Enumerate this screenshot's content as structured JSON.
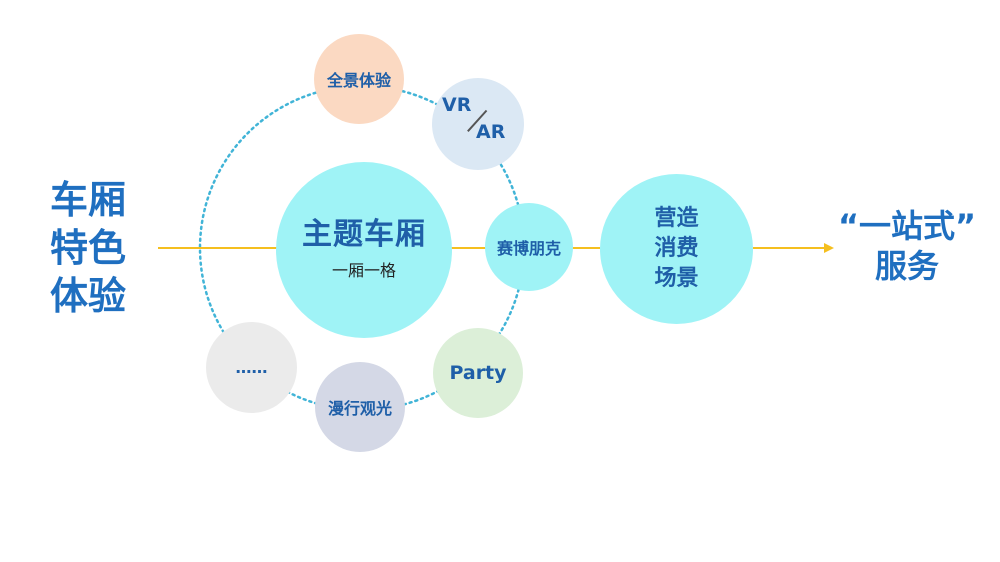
{
  "left_title": {
    "line1": "车厢",
    "line2": "特色",
    "line3": "体验"
  },
  "theme_node": {
    "title": "主题车厢",
    "subtitle": "一厢一格"
  },
  "cyber_node": {
    "label": "赛博朋克"
  },
  "yingzao_node": {
    "line1": "营造",
    "line2": "消费",
    "line3": "场景"
  },
  "right_title": {
    "line1": "“一站式”",
    "line2": "服务"
  },
  "satellites": {
    "panorama": "全景体验",
    "vr": "VR",
    "ar": "AR",
    "party": "Party",
    "tour": "漫行观光",
    "more": "……"
  },
  "colors": {
    "text_blue": "#1f6fc0",
    "node_cyan": "#9ff3f6",
    "panorama_bg": "#fbd9c2",
    "vrar_bg": "#dbe8f4",
    "party_bg": "#dcefd8",
    "tour_bg": "#d4d8e6",
    "more_bg": "#ebebeb",
    "arrow_yellow": "#f5bf1f",
    "ring_dotted": "#41b4d7"
  }
}
